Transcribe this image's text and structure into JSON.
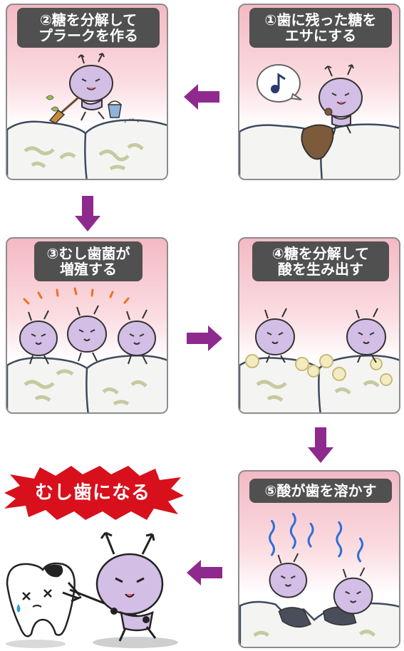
{
  "steps": [
    {
      "number": "②",
      "line1": "糖を分解して",
      "line2": "プラークを作る"
    },
    {
      "number": "①",
      "line1": "歯に残った糖を",
      "line2": "エサにする"
    },
    {
      "number": "③",
      "line1": "むし歯菌が",
      "line2": "増殖する"
    },
    {
      "number": "④",
      "line1": "糖を分解して",
      "line2": "酸を生み出す"
    },
    {
      "number": "⑤",
      "line1": "酸が歯を溶かす",
      "line2": ""
    }
  ],
  "result": {
    "label": "むし歯になる"
  },
  "colors": {
    "arrow": "#8e2a8e",
    "burst": "#d8101c",
    "label_bg": "#505050",
    "panel_top": "#f4b9c4",
    "germ": "#d3bee6",
    "tooth": "#f4f5f2",
    "plaque": "#c7c9a0"
  },
  "icons": [
    "music-note-icon",
    "broom-icon",
    "bucket-icon",
    "acid-wave-icon",
    "trident-icon",
    "tear-icon"
  ]
}
